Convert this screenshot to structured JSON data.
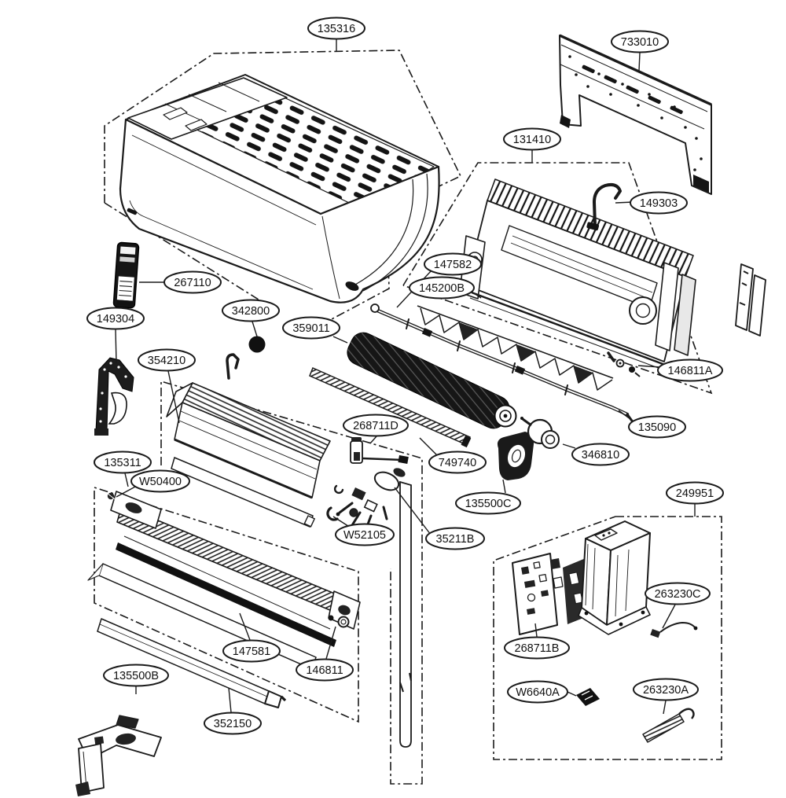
{
  "diagram": {
    "kind": "exploded-parts-diagram",
    "background_color": "#ffffff",
    "line_color": "#1a1a1a",
    "dark_fill_color": "#141414",
    "callout_shape": "ellipse"
  },
  "part_labels": [
    "135316",
    "733010",
    "131410",
    "149303",
    "147582",
    "145200B",
    "267110",
    "342800",
    "359011",
    "149304",
    "354210",
    "146811A",
    "135090",
    "268711D",
    "749740",
    "346810",
    "135500C",
    "135311",
    "W50400",
    "W52105",
    "35211B",
    "249951",
    "263230C",
    "268711B",
    "147581",
    "146811",
    "135500B",
    "352150",
    "W6640A",
    "263230A"
  ]
}
